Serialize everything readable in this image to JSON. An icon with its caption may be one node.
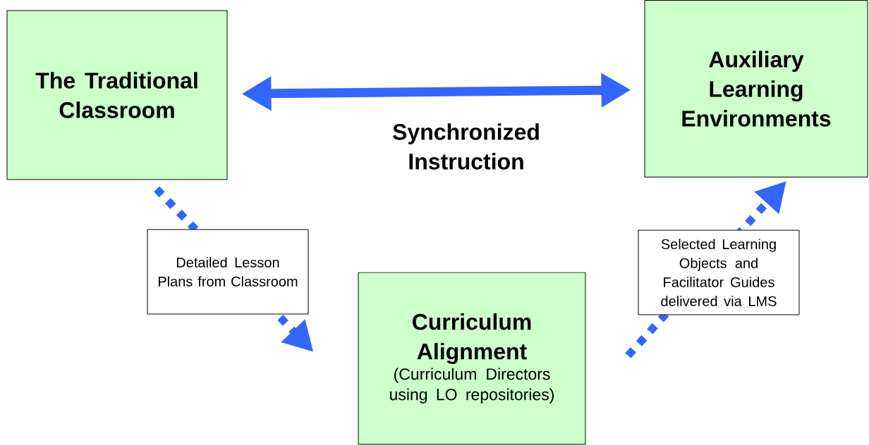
{
  "diagram": {
    "nodes": [
      {
        "text": [
          "The Traditional Classroom"
        ]
      },
      {
        "text": [
          "Auxiliary Learning Environments"
        ]
      },
      {
        "text": [
          "Curriculum Alignment",
          "(Curriculum Directors using LO repositories)"
        ]
      }
    ],
    "edges": [
      {
        "from": 0,
        "to": 1,
        "arrow": "both",
        "label": "Synchronized Instruction"
      },
      {
        "from": 0,
        "to": 2,
        "arrow": "to",
        "style": "dashed",
        "label": "Detailed Lesson Plans from Classroom"
      },
      {
        "from": 2,
        "to": 1,
        "arrow": "to",
        "style": "dashed",
        "label": "Selected Learning Objects and Facilitator Guides delivered via LMS"
      }
    ]
  }
}
